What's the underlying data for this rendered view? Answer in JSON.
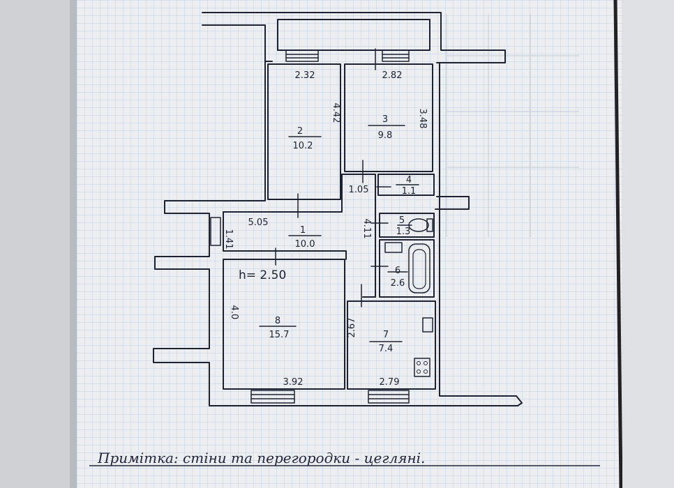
{
  "colors": {
    "paper": "#eceef1",
    "grid": "#b9c6da",
    "ink": "#1e2230",
    "margin_line": "#222"
  },
  "height_note": "h= 2.50",
  "note": "Примітка: стіни та перегородки - цегляні.",
  "rooms": [
    {
      "id": "1",
      "area": "10.0",
      "length_a": "5.05",
      "length_b": "1.41",
      "length_c": "4.11"
    },
    {
      "id": "2",
      "area": "10.2",
      "width": "2.32",
      "length": "4.42"
    },
    {
      "id": "3",
      "area": "9.8",
      "width": "2.82",
      "length": "3.48"
    },
    {
      "id": "4",
      "area": "1.1",
      "width": "1.05"
    },
    {
      "id": "5",
      "area": "1.3"
    },
    {
      "id": "6",
      "area": "2.6"
    },
    {
      "id": "7",
      "area": "7.4",
      "width": "2.79",
      "length": "2.67"
    },
    {
      "id": "8",
      "area": "15.7",
      "width": "3.92",
      "length": "4.0"
    }
  ]
}
